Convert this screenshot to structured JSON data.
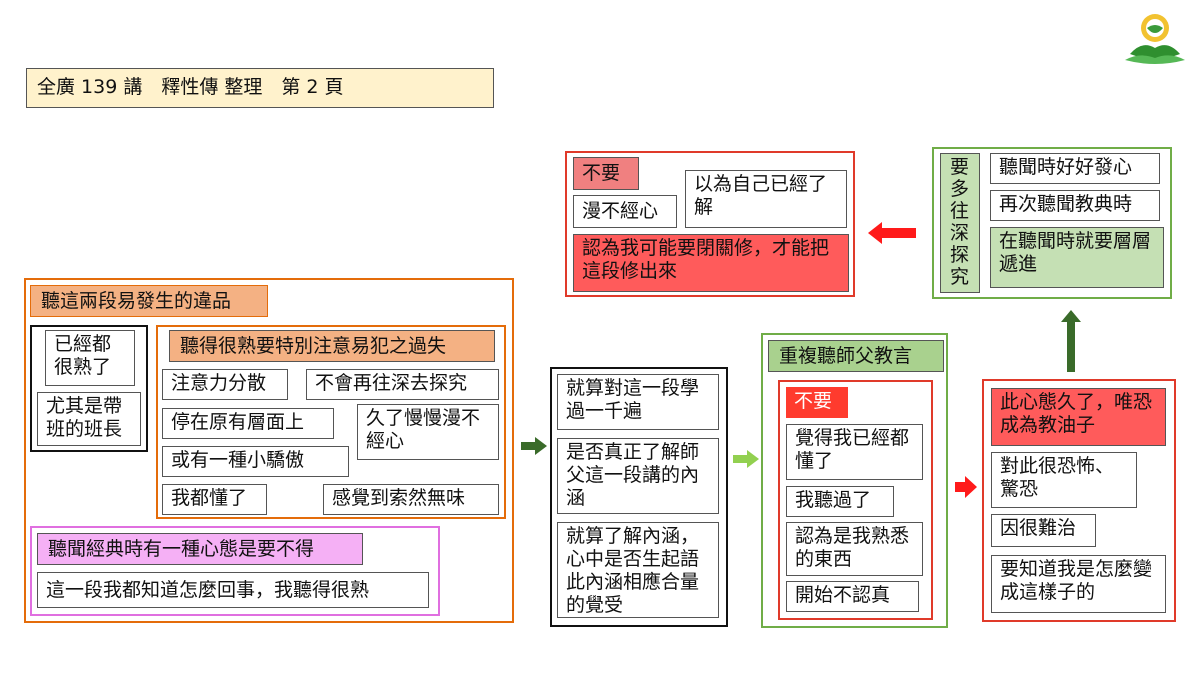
{
  "header": {
    "label": "全廣 139 講　釋性傳 整理　第 2 頁"
  },
  "section_violations": {
    "title": "聽這兩段易發生的違品",
    "left_items": [
      "已經都很熟了",
      "尤其是帶班的班長"
    ],
    "faults_title": "聽得很熟要特別注意易犯之過失",
    "faults": [
      "注意力分散",
      "不會再往深去探究",
      "停在原有層面上",
      "久了慢慢漫不經心",
      "或有一種小驕傲",
      "我都懂了",
      "感覺到索然無味"
    ],
    "attitude_title": "聽聞經典時有一種心態是要不得",
    "attitude_text": "這一段我都知道怎麼回事，我聽得很熟"
  },
  "section_questions": {
    "items": [
      "就算對這一段學過一千遍",
      "是否真正了解師父這一段講的內涵",
      "就算了解內涵，心中是否生起語此內涵相應合量的覺受"
    ]
  },
  "section_repeat": {
    "title": "重複聽師父教言",
    "dont_label": "不要",
    "items": [
      "覺得我已經都懂了",
      "我聽過了",
      "認為是我熟悉的東西",
      "開始不認真"
    ]
  },
  "section_danger": {
    "highlight": "此心態久了，唯恐成為教油子",
    "items": [
      "對此很恐怖、驚恐",
      "因很難治",
      "要知道我是怎麼變成這樣子的"
    ]
  },
  "section_explore": {
    "vertical_label": "要多往深探究",
    "items": [
      "聽聞時好好發心",
      "再次聽聞教典時",
      "在聽聞時就要層層遞進"
    ]
  },
  "section_dont_top": {
    "dont_label": "不要",
    "items": [
      "漫不經心",
      "以為自己已經了解"
    ],
    "highlight": "認為我可能要閉關修，才能把這段修出來"
  },
  "colors": {
    "orange_frame": "#e46c0a",
    "orange_fill": "#f4b183",
    "pink_frame": "#e06fe0",
    "pink_fill": "#f5b0f5",
    "green_frame": "#70ad47",
    "green_fill": "#a9d18e",
    "light_green_fill": "#c5e0b4",
    "red_frame": "#e03a2a",
    "red_fill": "#ff5b5b",
    "light_red_fill": "#f08080",
    "header_fill": "#fff2cc",
    "dark_green_arrow": "#3a6b2a"
  },
  "icons": {
    "logo": "lotus-logo-icon"
  }
}
